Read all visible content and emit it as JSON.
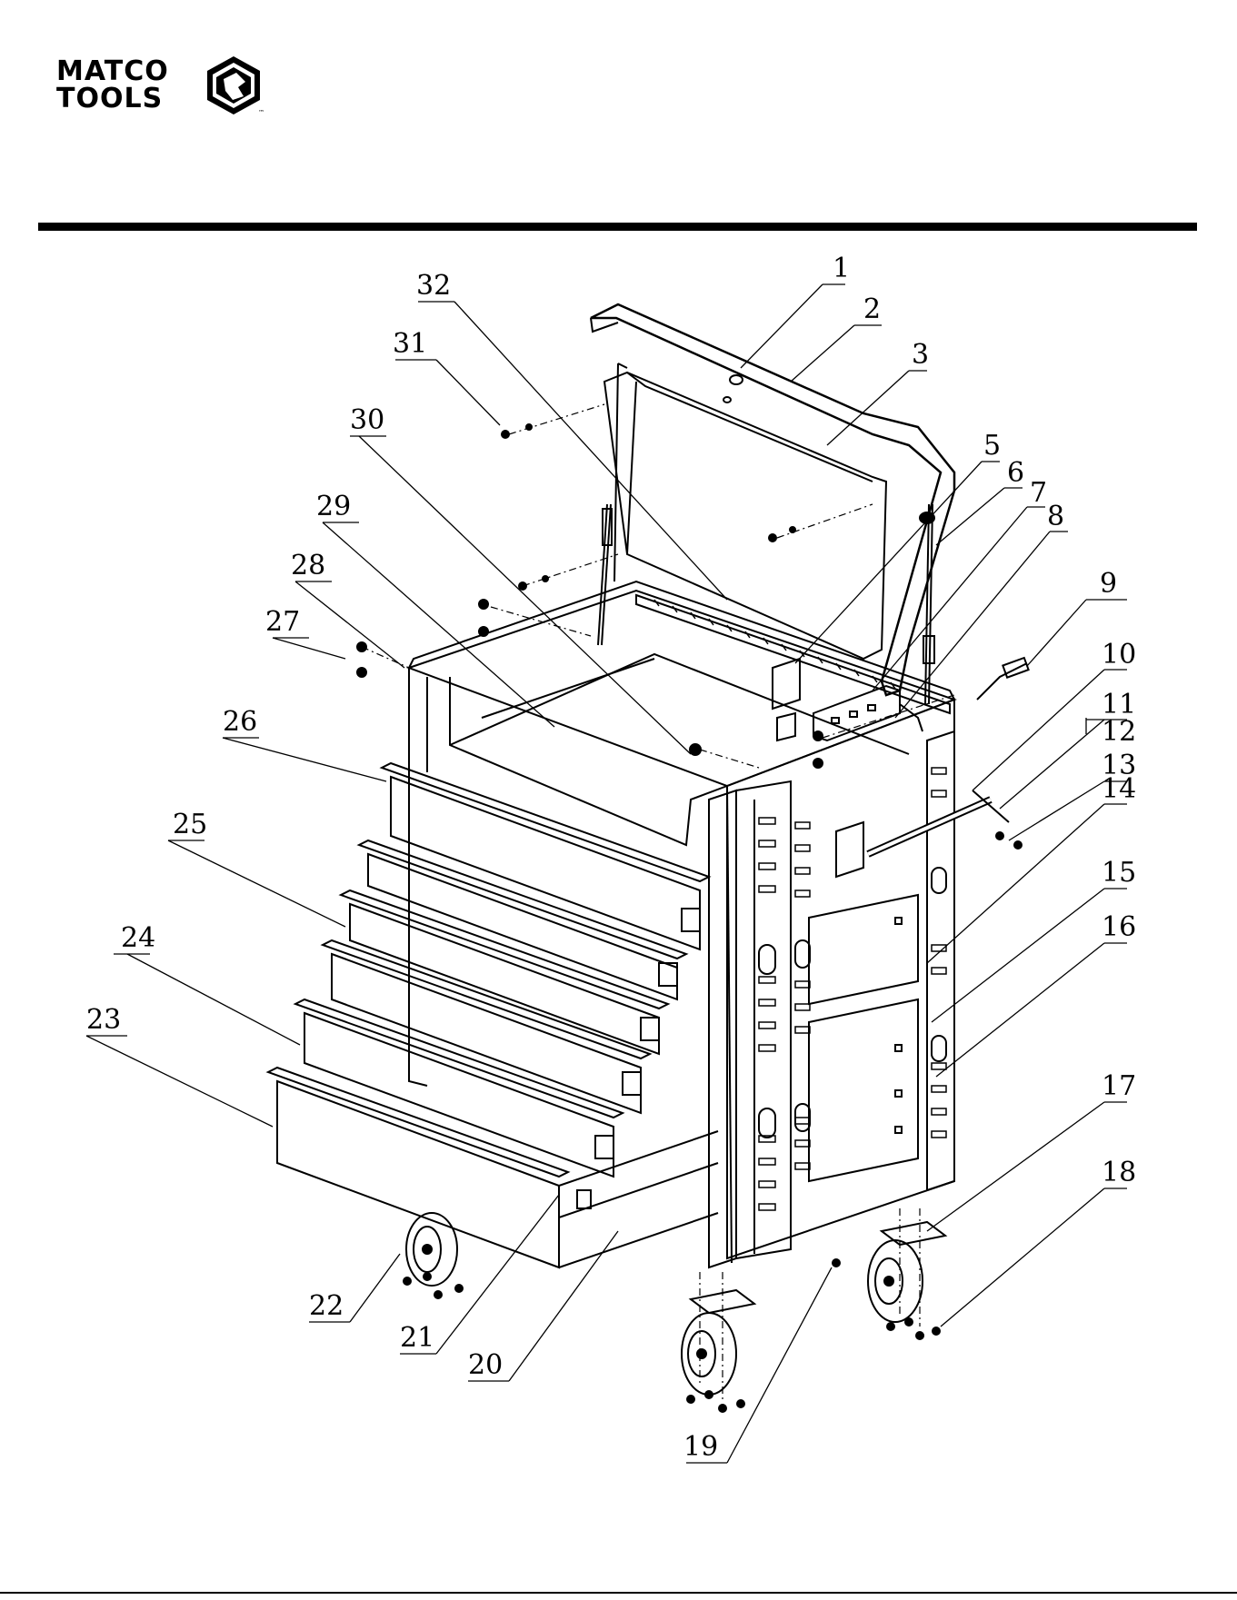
{
  "brand": {
    "line1": "MATCO",
    "line2": "TOOLS",
    "trademark": "™"
  },
  "callouts": [
    "1",
    "2",
    "3",
    "5",
    "6",
    "7",
    "8",
    "9",
    "10",
    "11",
    "12",
    "13",
    "14",
    "15",
    "16",
    "17",
    "18",
    "19",
    "20",
    "21",
    "22",
    "23",
    "24",
    "25",
    "26",
    "27",
    "28",
    "29",
    "30",
    "31",
    "32"
  ],
  "colors": {
    "ink": "#000000",
    "paper": "#ffffff"
  }
}
